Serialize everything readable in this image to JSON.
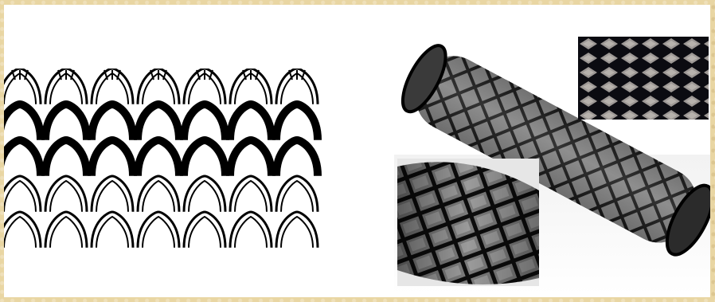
{
  "figure": {
    "panels": [
      {
        "id": "knit-structure",
        "kind": "line-drawing"
      },
      {
        "id": "braided-sleeve",
        "kind": "photograph"
      },
      {
        "id": "braid-closeup-top",
        "kind": "photograph"
      },
      {
        "id": "braid-closeup-bottom",
        "kind": "photograph"
      }
    ],
    "colors": {
      "border": "#e9d6a3",
      "background": "#ffffff",
      "ink": "#000000",
      "braid_dark": "#1e1e1e",
      "braid_mid": "#6f6f6f",
      "braid_light": "#c8c8c8"
    }
  }
}
